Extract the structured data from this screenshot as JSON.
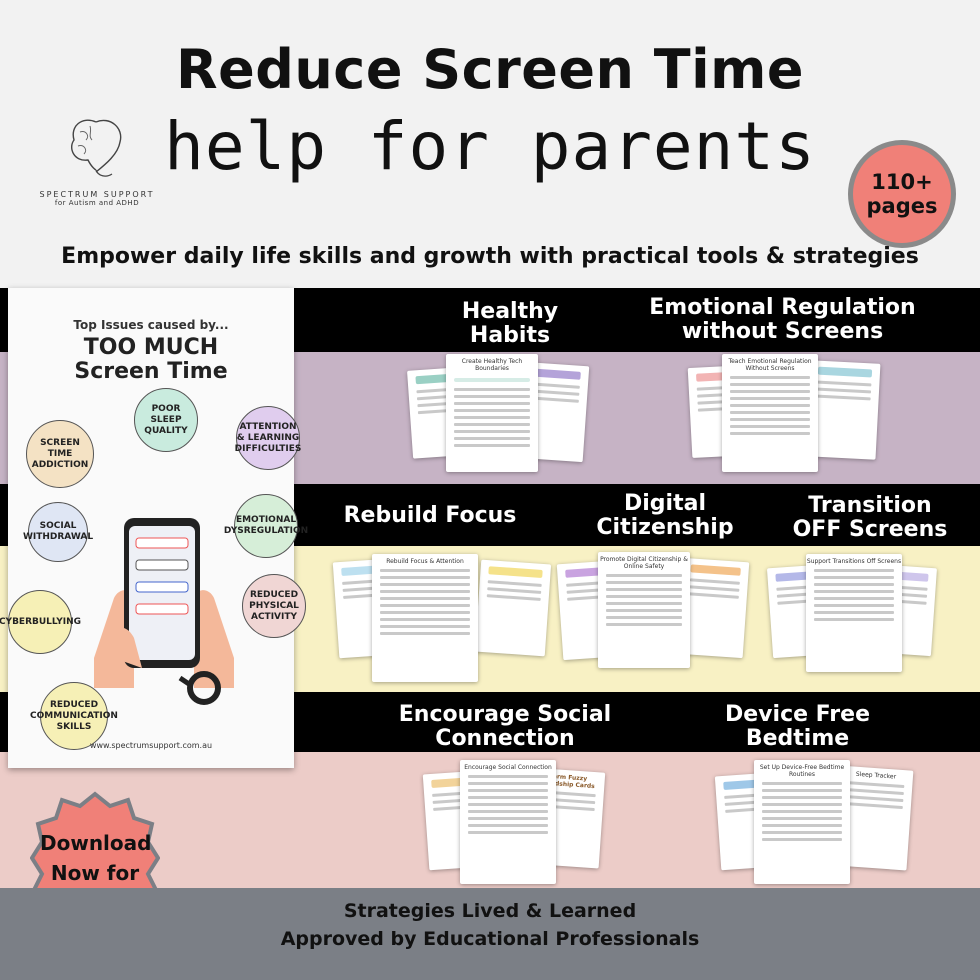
{
  "header": {
    "title": "Reduce Screen Time",
    "subtitle": "help for parents",
    "tagline": "Empower daily life skills and growth with practical tools & strategies",
    "badge_line1": "110+",
    "badge_line2": "pages"
  },
  "logo": {
    "name": "SPECTRUM SUPPORT",
    "sub": "for Autism and ADHD"
  },
  "poster": {
    "top": "Top Issues caused by...",
    "big1": "TOO MUCH",
    "big2": "Screen Time",
    "issues": {
      "addiction": "SCREEN TIME ADDICTION",
      "sleep": "POOR SLEEP QUALITY",
      "attention": "ATTENTION & LEARNING DIFFICULTIES",
      "withdrawal": "SOCIAL WITHDRAWAL",
      "emotional": "EMOTIONAL DYSREGULATION",
      "cyber": "CYBERBULLYING",
      "physical": "REDUCED PHYSICAL ACTIVITY",
      "communication": "REDUCED COMMUNICATION SKILLS"
    },
    "url": "www.spectrumsupport.com.au"
  },
  "sections": {
    "healthy_habits": "Healthy Habits",
    "emotional_regulation": "Emotional Regulation without Screens",
    "rebuild_focus": "Rebuild Focus",
    "digital_citizenship": "Digital Citizenship",
    "transition_off": "Transition OFF Screens",
    "social_connection": "Encourage Social Connection",
    "device_free": "Device Free Bedtime"
  },
  "cards": {
    "healthy": "Create Healthy Tech Boundaries",
    "emotional": "Teach Emotional Regulation Without Screens",
    "focus": "Rebuild Focus & Attention",
    "digital": "Promote Digital Citizenship & Online Safety",
    "transition": "Support Transitions Off Screens",
    "social": "Encourage Social Connection",
    "social_side": "Warm Fuzzy Friendship Cards",
    "bedtime": "Set Up Device-Free Bedtime Routines",
    "bedtime_side": "Sleep Tracker"
  },
  "cta": "Download Now for Instant Access",
  "footer": {
    "line1": "Strategies Lived & Learned",
    "line2": "Approved by Educational Professionals"
  },
  "colors": {
    "band_purple": "#c6b3c5",
    "band_yellow": "#f8f1c4",
    "band_pink": "#ecccc8",
    "badge": "#f08078",
    "footer": "#7b7f86"
  }
}
